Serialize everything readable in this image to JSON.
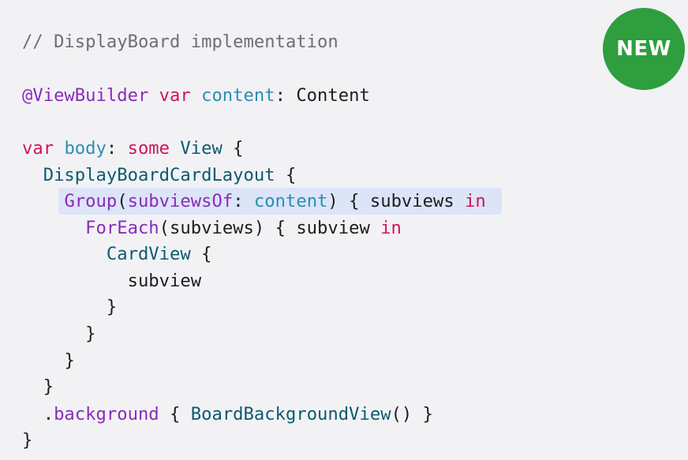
{
  "badge": {
    "label": "NEW",
    "color": "#2e9e3f"
  },
  "code": {
    "l1": {
      "comment": "// DisplayBoard implementation"
    },
    "l2": {
      "attr": "@ViewBuilder",
      "sp1": " ",
      "kw": "var",
      "sp2": " ",
      "name": "content",
      "colon": ": ",
      "type": "Content"
    },
    "l3": {
      "kw1": "var",
      "sp1": " ",
      "name": "body",
      "colon": ": ",
      "kw2": "some",
      "sp2": " ",
      "type": "View",
      "rest": " {"
    },
    "l4": {
      "indent": "  ",
      "type": "DisplayBoardCardLayout",
      "rest": " {"
    },
    "l5": {
      "indent": "    ",
      "type": "Group",
      "p1": "(",
      "label": "subviewsOf",
      "colon": ": ",
      "arg": "content",
      "p2": ") { subviews ",
      "kw": "in"
    },
    "l6": {
      "indent": "      ",
      "type": "ForEach",
      "p1": "(subviews) { subview ",
      "kw": "in"
    },
    "l7": {
      "indent": "        ",
      "type": "CardView",
      "rest": " {"
    },
    "l8": {
      "indent": "          ",
      "text": "subview"
    },
    "l9": {
      "indent": "        ",
      "text": "}"
    },
    "l10": {
      "indent": "      ",
      "text": "}"
    },
    "l11": {
      "indent": "    ",
      "text": "}"
    },
    "l12": {
      "indent": "  ",
      "text": "}"
    },
    "l13": {
      "indent": "  ",
      "dot": ".",
      "method": "background",
      "p1": " { ",
      "type": "BoardBackgroundView",
      "p2": "() }"
    },
    "l14": {
      "text": "}"
    }
  },
  "colors": {
    "background": "#f2f2f5",
    "highlight": "#dce4f7",
    "keyword": "#d1145a",
    "attribute": "#8a2cb8",
    "property": "#2a8fb3",
    "type": "#0b5a6e",
    "comment": "#6e6e73"
  }
}
